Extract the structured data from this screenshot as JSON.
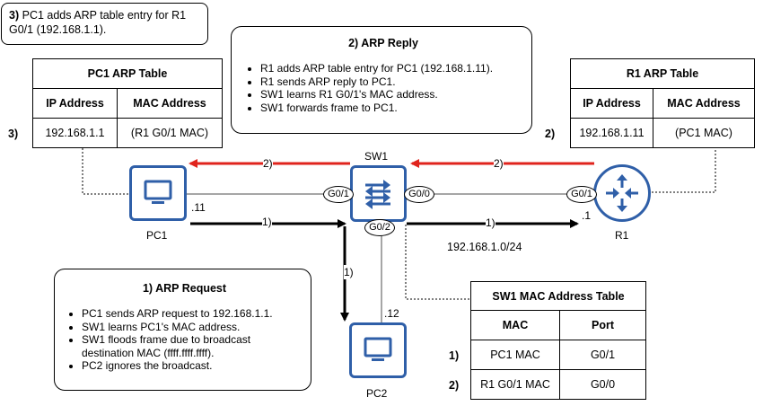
{
  "note": {
    "prefix": "3)",
    "line1": "PC1 adds ARP table entry for R1",
    "line2": "G0/1 (192.168.1.1)."
  },
  "arp_reply": {
    "title": "2) ARP Reply",
    "items": [
      "R1 adds ARP table entry for PC1 (192.168.1.11).",
      "R1 sends ARP reply to PC1.",
      "SW1 learns R1 G0/1's MAC address.",
      "SW1 forwards frame to PC1."
    ]
  },
  "arp_request": {
    "title": "1) ARP Request",
    "items": [
      "PC1 sends ARP request to 192.168.1.1.",
      "SW1 learns PC1's MAC address.",
      "SW1 floods frame due to broadcast destination MAC (ffff.ffff.ffff).",
      "PC2 ignores the broadcast."
    ]
  },
  "pc1_arp_table": {
    "title": "PC1 ARP Table",
    "headers": [
      "IP Address",
      "MAC Address"
    ],
    "row_label": "3)",
    "row": [
      "192.168.1.1",
      "(R1 G0/1 MAC)"
    ]
  },
  "r1_arp_table": {
    "title": "R1 ARP Table",
    "headers": [
      "IP Address",
      "MAC Address"
    ],
    "row_label": "2)",
    "row": [
      "192.168.1.11",
      "(PC1 MAC)"
    ]
  },
  "sw1_mac_table": {
    "title": "SW1 MAC Address Table",
    "headers": [
      "MAC",
      "Port"
    ],
    "rows": [
      {
        "label": "1)",
        "mac": "PC1 MAC",
        "port": "G0/1"
      },
      {
        "label": "2)",
        "mac": "R1 G0/1 MAC",
        "port": "G0/0"
      }
    ]
  },
  "devices": {
    "pc1": "PC1",
    "pc2": "PC2",
    "sw1": "SW1",
    "r1": "R1"
  },
  "interfaces": {
    "sw1_g01": "G0/1",
    "sw1_g00": "G0/0",
    "sw1_g02": "G0/2",
    "r1_g01": "G0/1"
  },
  "addresses": {
    "pc1": ".11",
    "pc2": ".12",
    "r1": ".1",
    "network": "192.168.1.0/24"
  },
  "arrows": {
    "reply_pc1": "2)",
    "reply_r1": "2)",
    "request_pc1": "1)",
    "request_r1": "1)",
    "request_pc2": "1)"
  },
  "colors": {
    "device_blue": "#2f5fa8",
    "reply_red": "#e0241d",
    "request_black": "#000000"
  }
}
